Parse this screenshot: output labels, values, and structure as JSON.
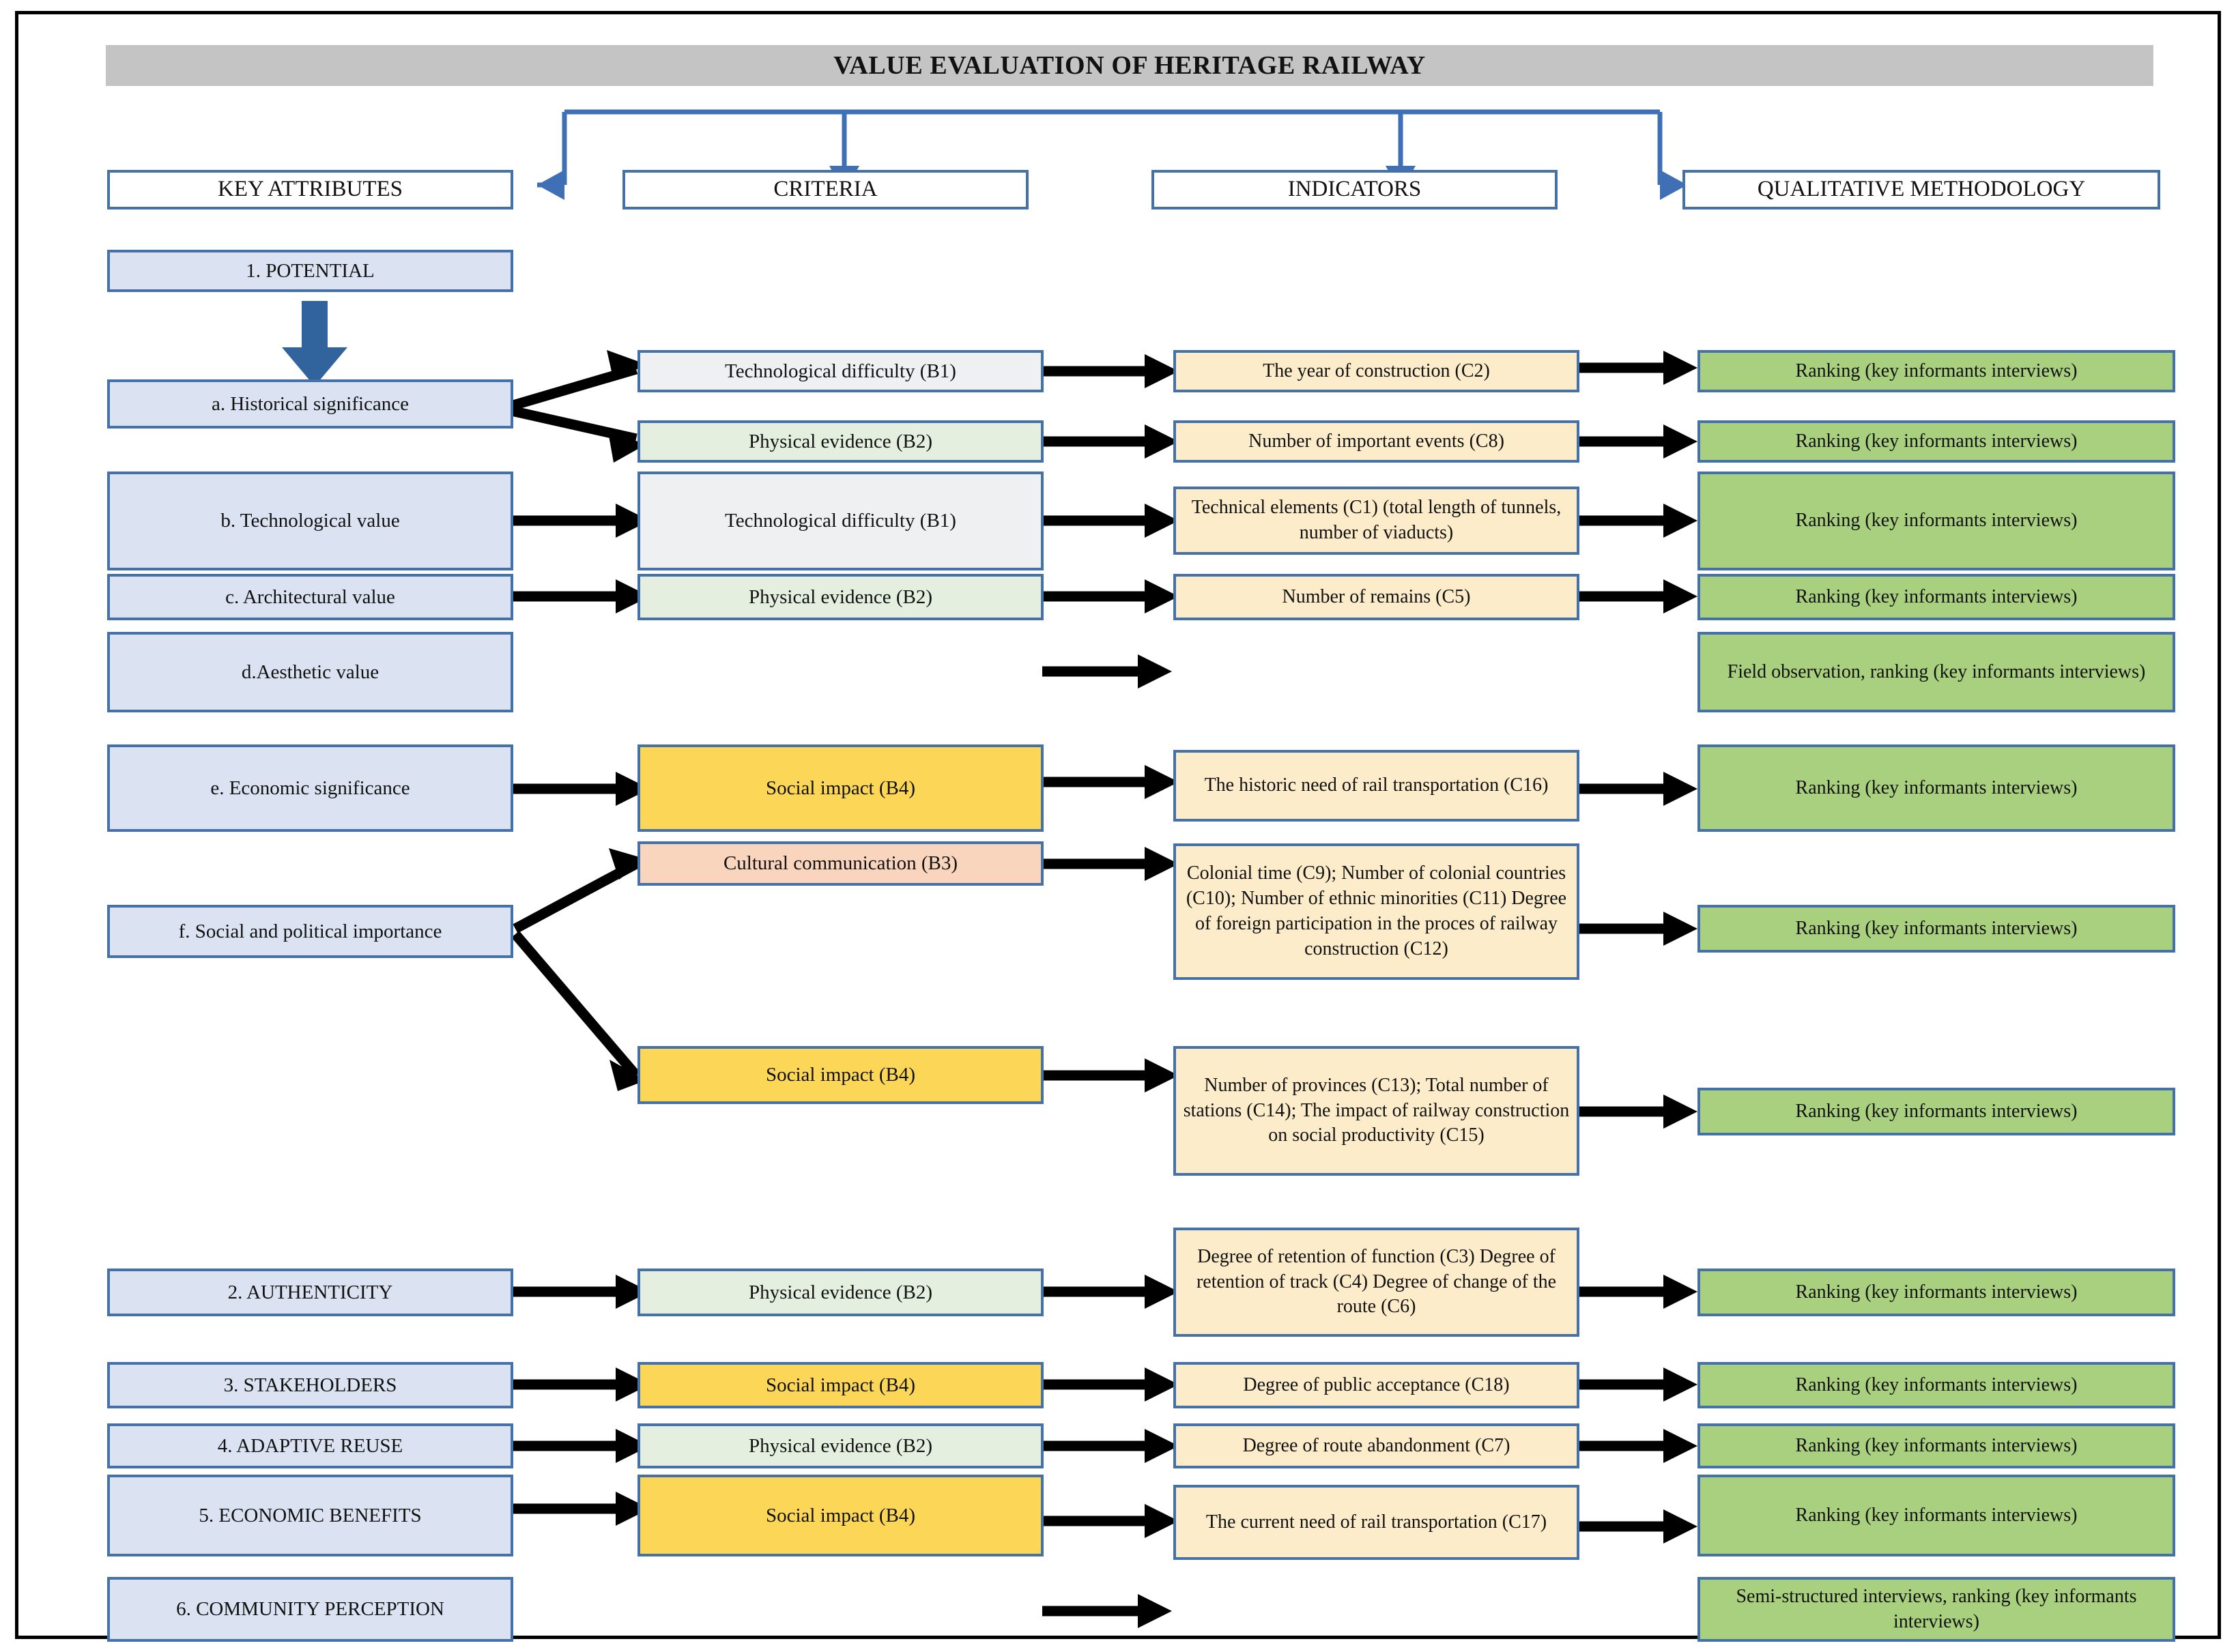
{
  "header": {
    "title": "VALUE EVALUATION OF HERITAGE RAILWAY",
    "columns": [
      {
        "id": "key-attributes",
        "label": "KEY ATTRIBUTES"
      },
      {
        "id": "criteria",
        "label": "CRITERIA"
      },
      {
        "id": "indicators",
        "label": "INDICATORS"
      },
      {
        "id": "qualitative-methodology",
        "label": "QUALITATIVE METHODOLOGY"
      }
    ]
  },
  "attributes": [
    {
      "id": "potential",
      "label": "1. POTENTIAL"
    },
    {
      "id": "historical-significance",
      "label": "a. Historical significance"
    },
    {
      "id": "technological-value",
      "label": "b. Technological value"
    },
    {
      "id": "architectural-value",
      "label": "c. Architectural value"
    },
    {
      "id": "aesthetic-value",
      "label": "d.Aesthetic value"
    },
    {
      "id": "economic-significance",
      "label": "e. Economic significance"
    },
    {
      "id": "social-political-importance",
      "label": "f. Social and political importance"
    },
    {
      "id": "authenticity",
      "label": "2. AUTHENTICITY"
    },
    {
      "id": "stakeholders",
      "label": "3. STAKEHOLDERS"
    },
    {
      "id": "adaptive-reuse",
      "label": "4. ADAPTIVE REUSE"
    },
    {
      "id": "economic-benefits",
      "label": "5. ECONOMIC BENEFITS"
    },
    {
      "id": "community-perception",
      "label": "6. COMMUNITY PERCEPTION"
    }
  ],
  "criteria": [
    {
      "id": "b1-a",
      "label": "Technological difficulty (B1)",
      "color": "#eef0f2"
    },
    {
      "id": "b2-a",
      "label": "Physical evidence (B2)",
      "color": "#e4efdf"
    },
    {
      "id": "b1-b",
      "label": "Technological difficulty (B1)",
      "color": "#eef0f2"
    },
    {
      "id": "b2-c",
      "label": "Physical evidence (B2)",
      "color": "#e4efdf"
    },
    {
      "id": "b4-e",
      "label": "Social impact (B4)",
      "color": "#fcd757"
    },
    {
      "id": "b3-f",
      "label": "Cultural communication (B3)",
      "color": "#f8d5bc"
    },
    {
      "id": "b4-f",
      "label": "Social impact (B4)",
      "color": "#fcd757"
    },
    {
      "id": "b2-2",
      "label": "Physical evidence (B2)",
      "color": "#e4efdf"
    },
    {
      "id": "b4-3",
      "label": "Social impact (B4)",
      "color": "#fcd757"
    },
    {
      "id": "b2-4",
      "label": "Physical evidence (B2)",
      "color": "#e4efdf"
    },
    {
      "id": "b4-5",
      "label": "Social impact (B4)",
      "color": "#fcd757"
    }
  ],
  "indicators": [
    {
      "id": "c2",
      "label": "The year of construction (C2)"
    },
    {
      "id": "c8",
      "label": "Number of important events (C8)"
    },
    {
      "id": "c1",
      "label": "Technical elements (C1) (total length of tunnels, number of viaducts)"
    },
    {
      "id": "c5",
      "label": "Number of remains (C5)"
    },
    {
      "id": "c16",
      "label": "The historic need of rail transportation (C16)"
    },
    {
      "id": "c9-c12",
      "label": "Colonial time (C9); Number of colonial countries (C10); Number of ethnic minorities (C11) Degree of foreign participation in the proces of railway construction (C12)"
    },
    {
      "id": "c13-c15",
      "label": "Number of provinces (C13); Total number of stations (C14); The impact of railway construction on social productivity (C15)"
    },
    {
      "id": "c3-c6",
      "label": "Degree of retention of function (C3) Degree of retention of track (C4) Degree of change of the route (C6)"
    },
    {
      "id": "c18",
      "label": "Degree of public acceptance (C18)"
    },
    {
      "id": "c7",
      "label": "Degree of route abandonment (C7)"
    },
    {
      "id": "c17",
      "label": "The current need of rail transportation (C17)"
    }
  ],
  "methodology": [
    {
      "id": "m-c2",
      "label": "Ranking (key informants interviews)"
    },
    {
      "id": "m-c8",
      "label": "Ranking (key informants interviews)"
    },
    {
      "id": "m-c1",
      "label": "Ranking (key informants interviews)"
    },
    {
      "id": "m-c5",
      "label": "Ranking (key informants interviews)"
    },
    {
      "id": "m-aesthetic",
      "label": "Field observation, ranking (key informants interviews)"
    },
    {
      "id": "m-c16",
      "label": "Ranking (key informants interviews)"
    },
    {
      "id": "m-c9",
      "label": "Ranking (key informants interviews)"
    },
    {
      "id": "m-c13",
      "label": "Ranking (key informants interviews)"
    },
    {
      "id": "m-c3",
      "label": "Ranking (key informants interviews)"
    },
    {
      "id": "m-c18",
      "label": "Ranking (key informants interviews)"
    },
    {
      "id": "m-c7",
      "label": "Ranking (key informants interviews)"
    },
    {
      "id": "m-c17",
      "label": "Ranking (key informants interviews)"
    },
    {
      "id": "m-community",
      "label": "Semi-structured interviews, ranking (key informants interviews)"
    }
  ],
  "colors": {
    "border_blue": "#4472a8",
    "title_grey": "#c4c4c4",
    "attribute_blue": "#dbe3f3",
    "criteria_b1": "#eef0f2",
    "criteria_b2": "#e4efdf",
    "criteria_b3": "#f8d5bc",
    "criteria_b4": "#fcd757",
    "indicator_cream": "#fcecc9",
    "methodology_green": "#a8d07e",
    "connector_black": "#000000",
    "connector_blue": "#3f6fb5"
  }
}
